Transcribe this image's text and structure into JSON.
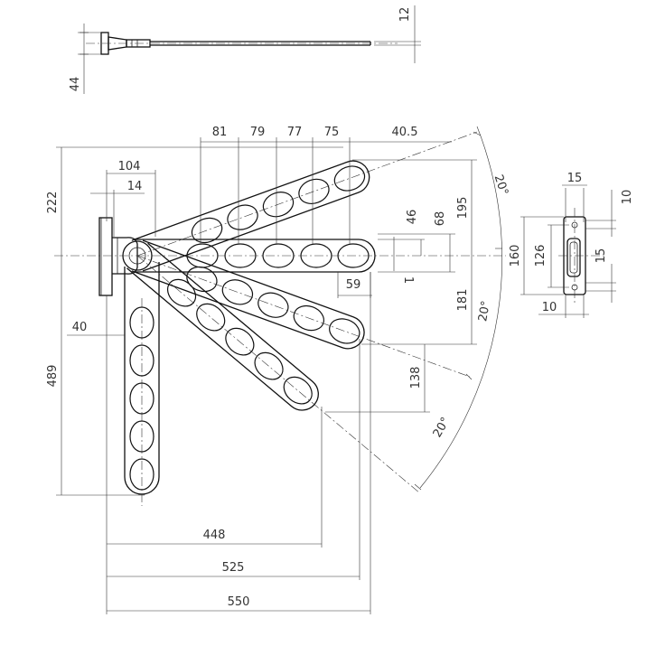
{
  "dimensions": {
    "top_view": {
      "height": "44",
      "rod_dia": "12"
    },
    "horizontal": [
      "81",
      "79",
      "77",
      "75",
      "40.5",
      "104",
      "14",
      "40",
      "59"
    ],
    "overall": [
      "448",
      "525",
      "550"
    ],
    "vertical": [
      "222",
      "489",
      "195",
      "181",
      "138",
      "46",
      "68",
      "1"
    ],
    "angles": [
      "20°",
      "20°",
      "20°"
    ],
    "bracket": [
      "15",
      "10",
      "160",
      "126",
      "15",
      "10"
    ]
  }
}
